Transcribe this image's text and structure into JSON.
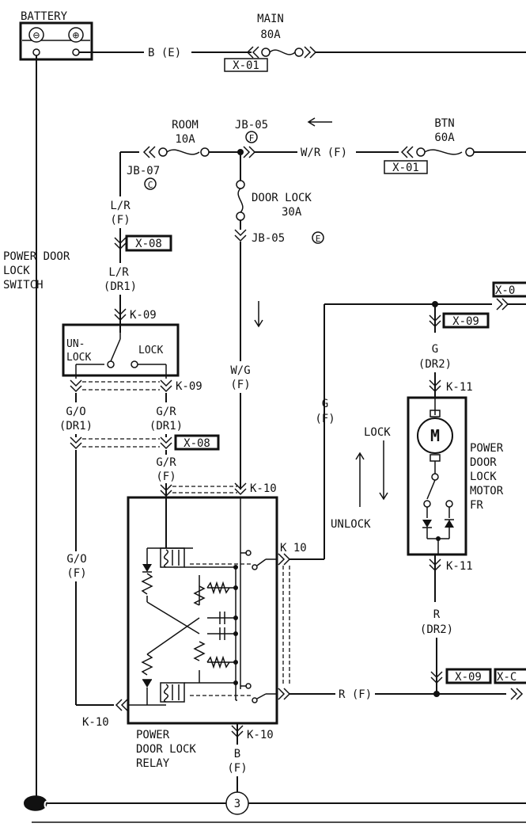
{
  "battery": {
    "label": "BATTERY",
    "neg": "⊖",
    "pos": "⊕"
  },
  "fuses": {
    "main_name": "MAIN",
    "main_rating": "80A",
    "room_name": "ROOM",
    "room_rating": "10A",
    "btn_name": "BTN",
    "btn_rating": "60A",
    "door_lock_name": "DOOR LOCK",
    "door_lock_rating": "30A"
  },
  "junctions": {
    "jb05_top": "JB-05",
    "jb05_top_letter": "F",
    "jb07": "JB-07",
    "jb07_letter": "C",
    "jb05_bottom": "JB-05",
    "jb05_bottom_letter": "E"
  },
  "connectors": {
    "x01_main": "X-01",
    "x01_btn": "X-01",
    "x08_top": "X-08",
    "x08_mid": "X-08",
    "x09_motor": "X-09",
    "x09_bottom": "X-09",
    "x0_right_top": "X-0",
    "x0_right_bottom": "X-C",
    "k09_top": "K-09",
    "k09_bottom": "K-09",
    "k10_top": "K-10",
    "k10_right": "K 10",
    "k10_left": "K-10",
    "k10_bottom": "K-10",
    "k11_top": "K-11",
    "k11_bottom": "K-11"
  },
  "wires": {
    "b_e": "B (E)",
    "w_r_f": "W/R (F)",
    "l_r": "L/R",
    "l_r_f": "(F)",
    "l_r2": "L/R",
    "dr1": "(DR1)",
    "w_g": "W/G",
    "w_g_f": "(F)",
    "g_o": "G/O",
    "g_o_dr1": "(DR1)",
    "g_r": "G/R",
    "g_r_dr1": "(DR1)",
    "g_r2": "G/R",
    "g_r2_f": "(F)",
    "g_o2": "G/O",
    "g_o2_f": "(F)",
    "g": "G",
    "g_f": "(F)",
    "g2": "G",
    "dr2": "(DR2)",
    "r": "R",
    "r_dr2": "(DR2)",
    "r_f": "R (F)",
    "b": "B",
    "b_f": "(F)"
  },
  "components": {
    "switch_line1": "POWER DOOR",
    "switch_line2": "LOCK",
    "switch_line3": "SWITCH",
    "unlock_un": "UN-",
    "unlock_lock": "LOCK",
    "lock_label": "LOCK",
    "relay_line1": "POWER",
    "relay_line2": "DOOR LOCK",
    "relay_line3": "RELAY",
    "motor_line1": "POWER",
    "motor_line2": "DOOR",
    "motor_line3": "LOCK",
    "motor_line4": "MOTOR",
    "motor_line5": "FR",
    "motor_symbol": "M",
    "motor_lock": "LOCK",
    "motor_unlock": "UNLOCK",
    "ground_symbol": "G",
    "ground_ref": "3"
  }
}
